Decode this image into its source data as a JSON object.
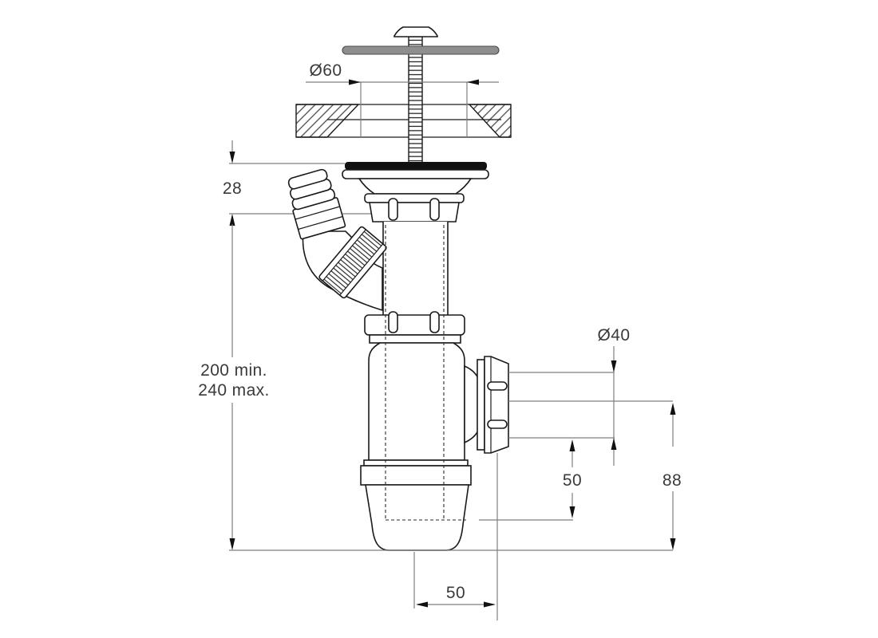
{
  "diagram": {
    "kind": "technical-drawing",
    "subject": "sink strainer waste with hose inlet and bottle trap",
    "units": "mm",
    "colors": {
      "line": "#1a1a1a",
      "dimension_line": "#7e7e7e",
      "text": "#3a3a3a",
      "crossbar_fill": "#8e8e8e",
      "gasket_fill": "#111111",
      "background": "#ffffff"
    },
    "dimensions": {
      "sink_hole_diameter": "Ø60",
      "strainer_depth_below_sink": "28",
      "installed_height_min": "200 min.",
      "installed_height_max": "240 max.",
      "outlet_pipe_diameter": "Ø40",
      "water_seal_depth": "50",
      "outlet_axis_to_base": "88",
      "trap_axis_to_outlet_face": "50"
    }
  }
}
